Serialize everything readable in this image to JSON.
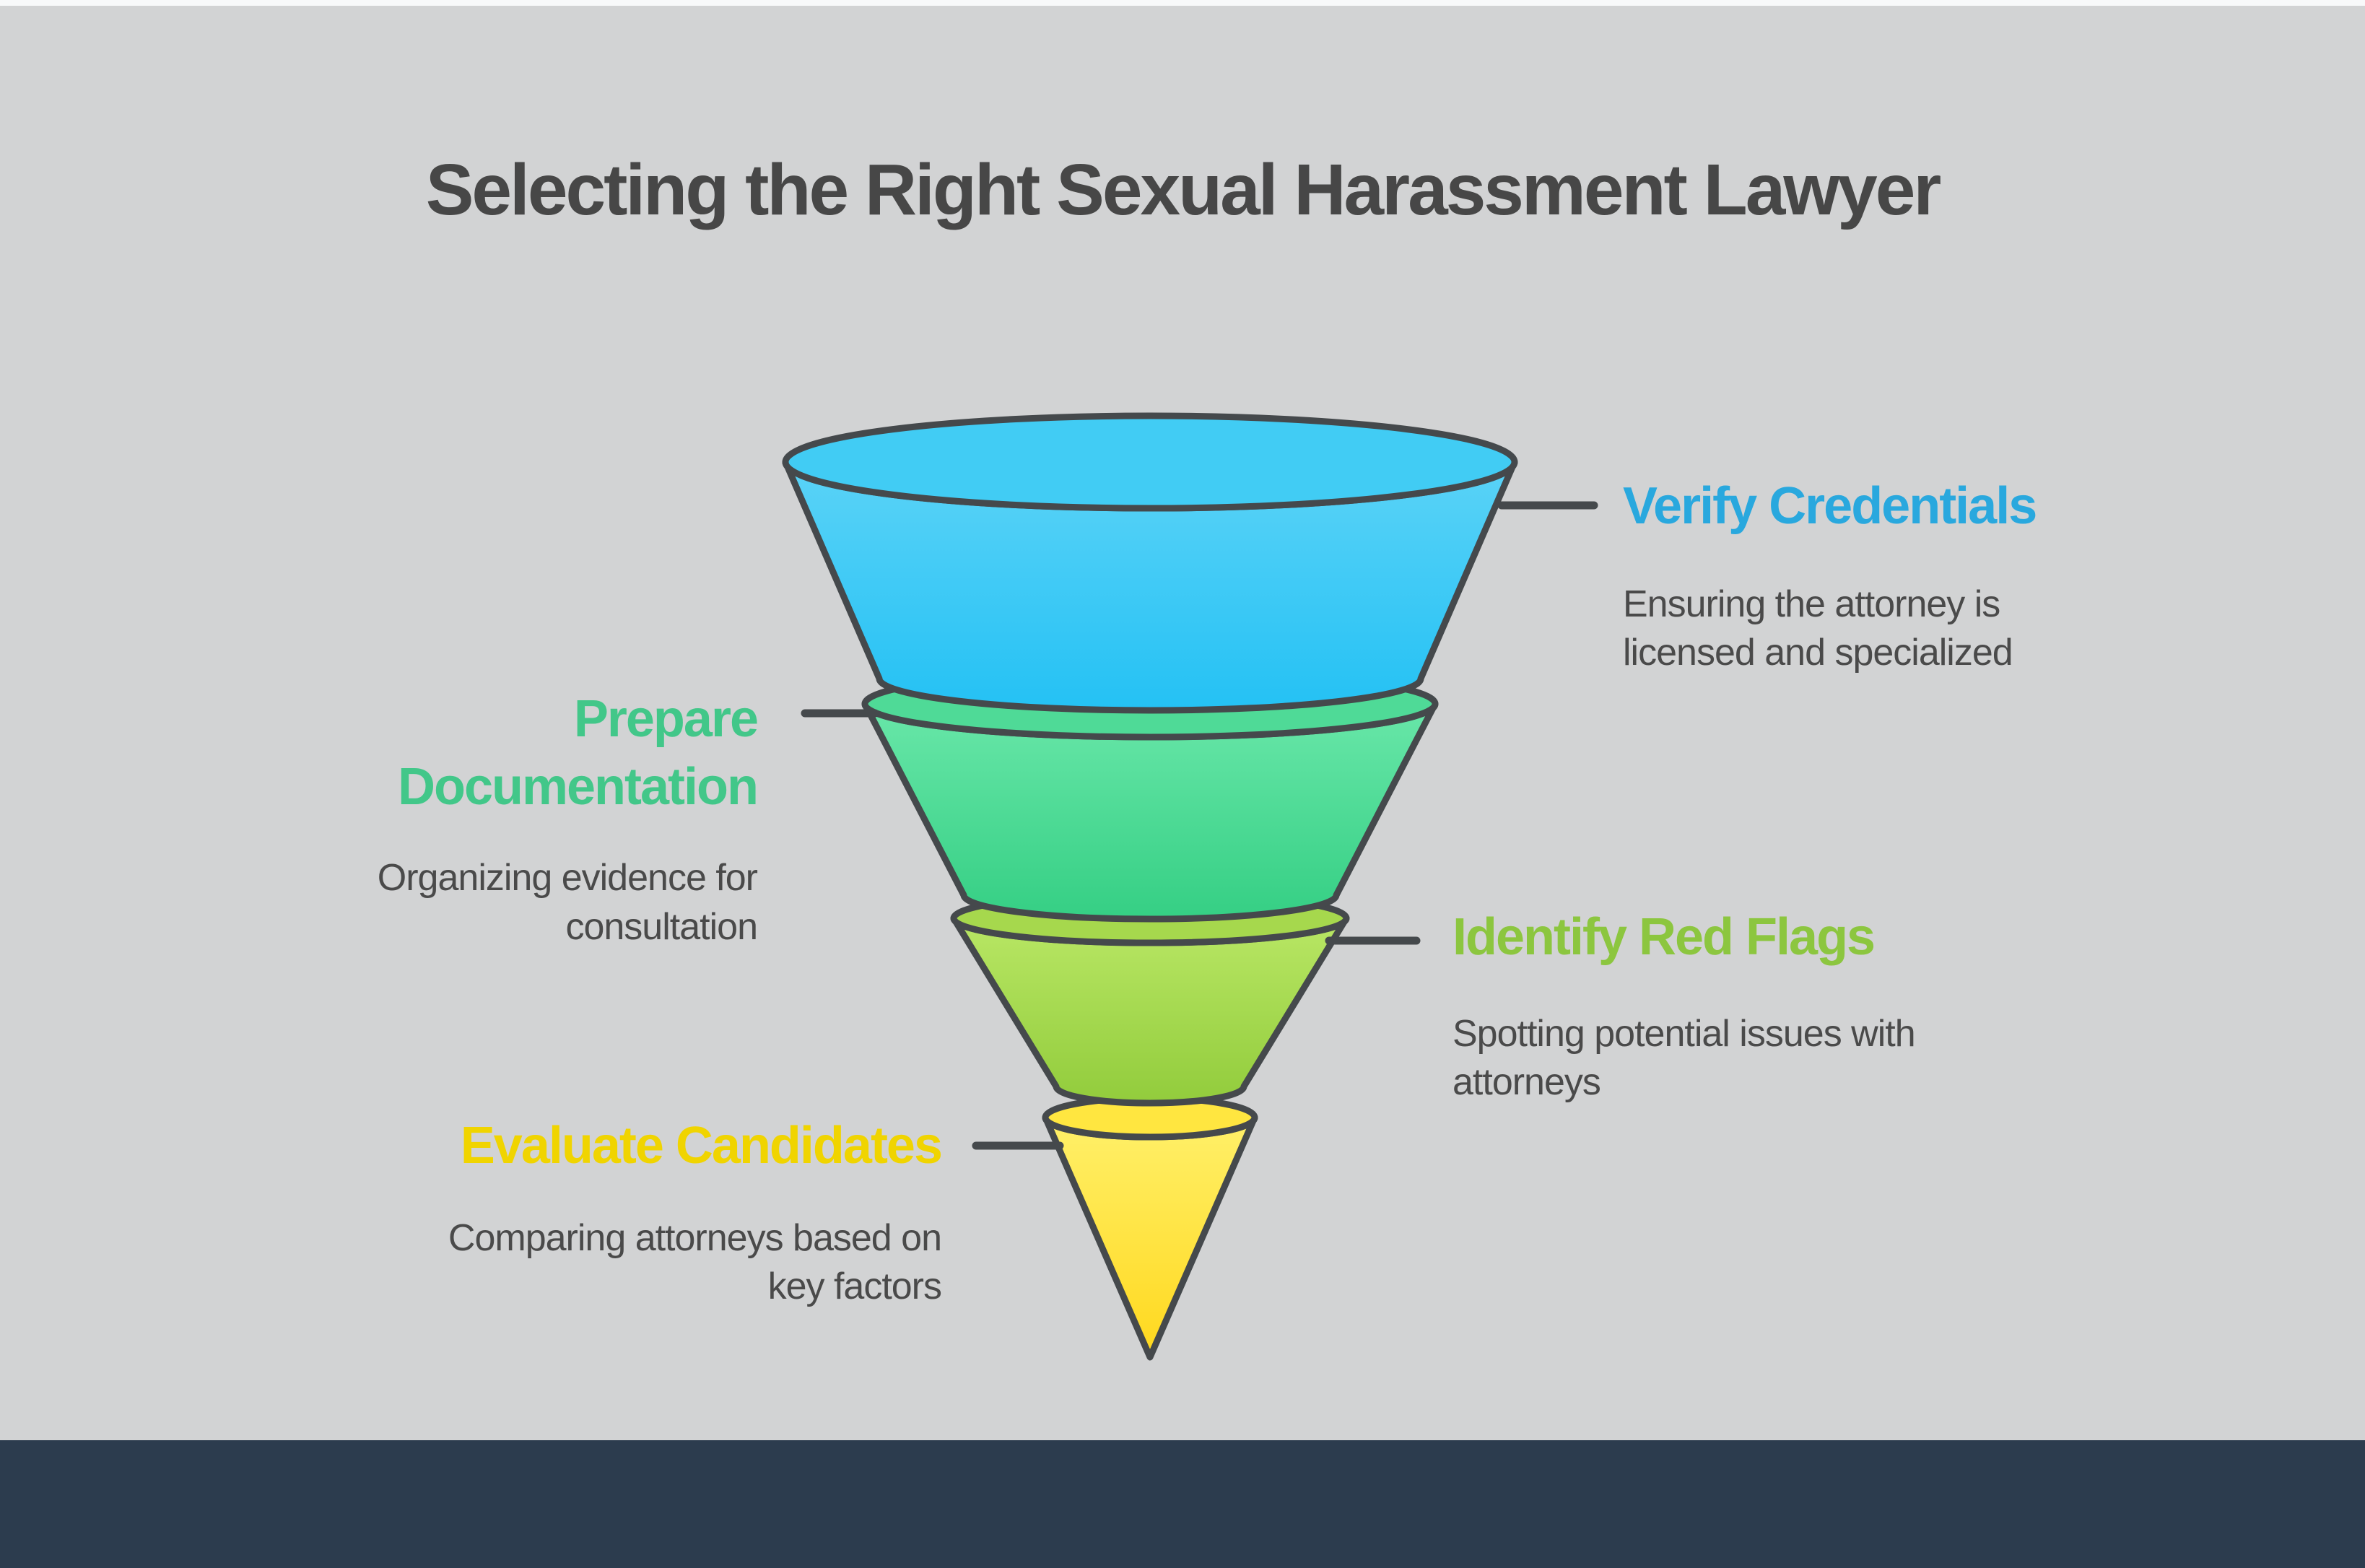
{
  "title": "Selecting the Right Sexual Harassment Lawyer",
  "funnel": {
    "type": "funnel",
    "stages": [
      {
        "order": 1,
        "label": "Verify Credentials",
        "description": "Ensuring the attorney is licensed and specialized",
        "side": "right",
        "label_color": "#29a8de",
        "fill_light": "#5bd3f7",
        "fill_dark": "#24c1f4",
        "fill_mouth": "#41ccf4"
      },
      {
        "order": 2,
        "label": "Prepare Documentation",
        "description": "Organizing evidence for consultation",
        "side": "left",
        "label_color": "#42c789",
        "fill_light": "#69e7a9",
        "fill_dark": "#35cf84",
        "fill_mouth": "#4fda97"
      },
      {
        "order": 3,
        "label": "Identify Red Flags",
        "description": "Spotting potential issues with attorneys",
        "side": "right",
        "label_color": "#8cc63f",
        "fill_light": "#b9e765",
        "fill_dark": "#92cc3c",
        "fill_mouth": "#a6d84d"
      },
      {
        "order": 4,
        "label": "Evaluate Candidates",
        "description": "Comparing attorneys based on key factors",
        "side": "left",
        "label_color": "#f0d400",
        "fill_light": "#fff06a",
        "fill_dark": "#ffd81d",
        "fill_mouth": "#ffe640"
      }
    ]
  },
  "colors": {
    "background": "#d2d3d4",
    "top_edge": "#f8f9fa",
    "footer_bar": "#2c3c4e",
    "outline": "#45494c",
    "heading_text": "#474747",
    "body_text": "#4a4a4a"
  }
}
